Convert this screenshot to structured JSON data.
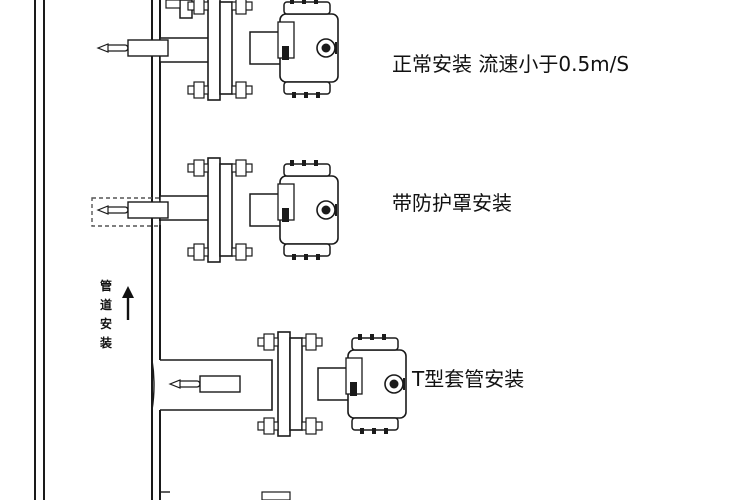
{
  "labels": {
    "normal": "正常安装  流速小于0.5m/S",
    "cover": "带防护罩安装",
    "tee": "T型套管安装",
    "pipe": [
      "管",
      "道",
      "安",
      "装"
    ]
  },
  "colors": {
    "line": "#1a1a1a",
    "fill": "#ffffff",
    "dashed": "#555555"
  }
}
